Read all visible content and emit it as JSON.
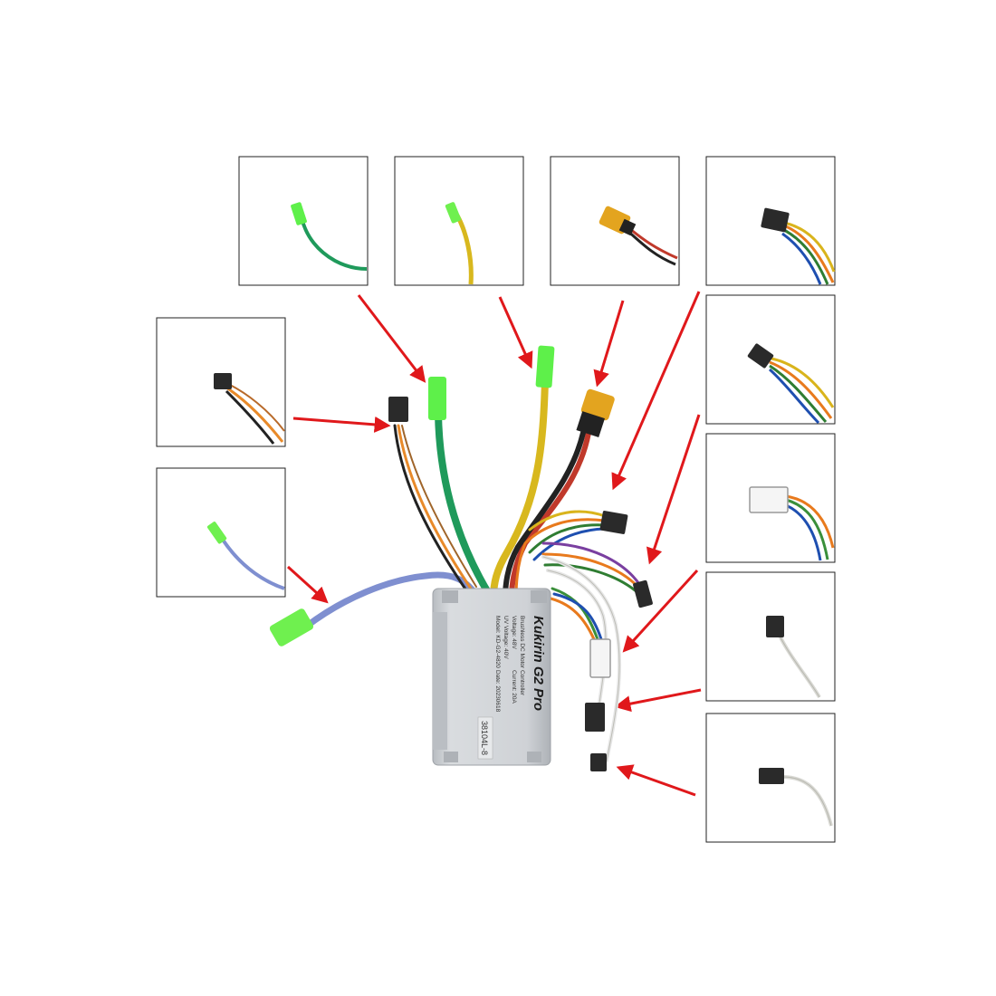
{
  "product": {
    "brand_label": "Kukirin G2 Pro",
    "spec_lines": [
      "Brushless DC Motor Controller",
      "Voltage: 48V",
      "Current: 20A",
      "UV Voltage: 40V",
      "Model: KD-G2-4820",
      "Date: 20230618"
    ],
    "serial_tag": "38104L-8",
    "colors": {
      "housing": "#cfd3d7",
      "housing_dark": "#a9adb2",
      "arrow": "#e0181b"
    }
  },
  "callouts": [
    {
      "id": "green-terminal",
      "connector": "female-spade-terminal",
      "wire_color": "#1f9a5b"
    },
    {
      "id": "yellow-terminal",
      "connector": "female-spade-terminal",
      "wire_color": "#d8b81e"
    },
    {
      "id": "xt60-power",
      "connector": "xt60-plug",
      "wire_color": "#c0392b"
    },
    {
      "id": "multi-pin-display",
      "connector": "6-pin-plug",
      "wire_color": "#e87a1d"
    },
    {
      "id": "hall-sensor",
      "connector": "5-pin-plug",
      "wire_color": "#2f7d32"
    },
    {
      "id": "white-plug",
      "connector": "white-6-pin-plug",
      "wire_color": "#3a8f3a"
    },
    {
      "id": "light-plug",
      "connector": "2-pin-plug",
      "wire_color": "#e6e6e6"
    },
    {
      "id": "brake-plug",
      "connector": "2-pin-plug",
      "wire_color": "#e6e6e6"
    },
    {
      "id": "throttle-plug",
      "connector": "3-pin-plug",
      "wire_color": "#e88a2a"
    },
    {
      "id": "blue-terminal",
      "connector": "female-spade-terminal",
      "wire_color": "#7f8fd0"
    }
  ]
}
